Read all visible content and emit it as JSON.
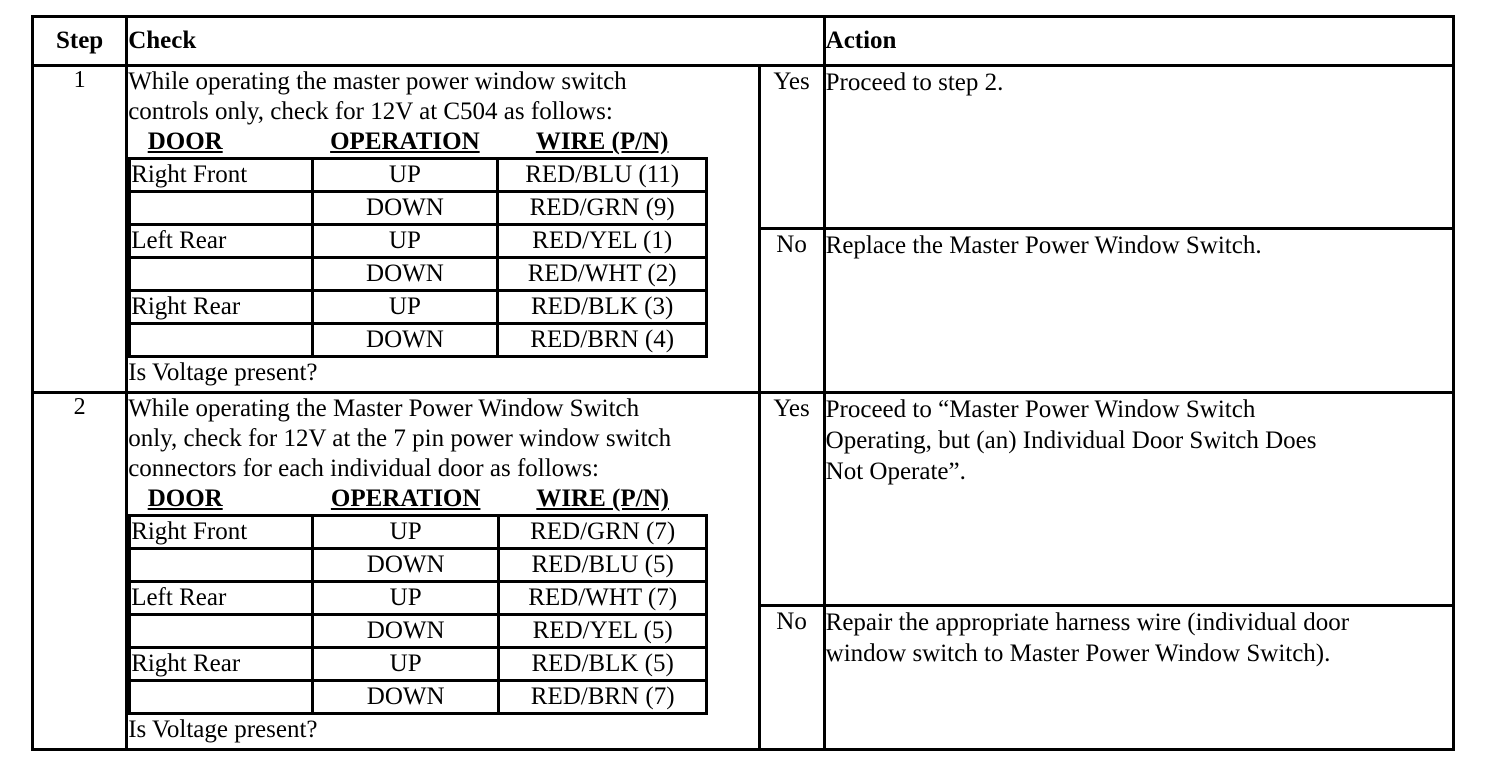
{
  "document": {
    "type": "diagnostic-troubleshooting-table",
    "headers": {
      "step": "Step",
      "check": "Check",
      "yes_no": "",
      "action": "Action"
    },
    "wire_table_headers": {
      "door": "DOOR",
      "operation": "OPERATION",
      "wire": "WIRE (P/N)"
    },
    "steps": [
      {
        "number": "1",
        "check_intro_line1": "While operating the master power window switch",
        "check_intro_line2": "controls only, check for 12V at C504 as follows:",
        "wire_rows": [
          {
            "door": "Right Front",
            "operation": "UP",
            "wire": "RED/BLU (11)"
          },
          {
            "door": "",
            "operation": "DOWN",
            "wire": "RED/GRN (9)"
          },
          {
            "door": "Left Rear",
            "operation": "UP",
            "wire": "RED/YEL (1)"
          },
          {
            "door": "",
            "operation": "DOWN",
            "wire": "RED/WHT (2)"
          },
          {
            "door": "Right Rear",
            "operation": "UP",
            "wire": "RED/BLK (3)"
          },
          {
            "door": "",
            "operation": "DOWN",
            "wire": "RED/BRN (4)"
          }
        ],
        "check_question": "Is Voltage present?",
        "actions": [
          {
            "label": "Yes",
            "text_line1": "Proceed to step 2.",
            "text_line2": "",
            "text_line3": ""
          },
          {
            "label": "No",
            "text_line1": "Replace the Master Power Window Switch.",
            "text_line2": "",
            "text_line3": ""
          }
        ]
      },
      {
        "number": "2",
        "check_intro_line1": "While operating the Master Power Window Switch",
        "check_intro_line2": "only, check for 12V at the 7 pin power window switch",
        "check_intro_line3": "connectors for each individual door as follows:",
        "wire_rows": [
          {
            "door": "Right Front",
            "operation": "UP",
            "wire": "RED/GRN (7)"
          },
          {
            "door": "",
            "operation": "DOWN",
            "wire": "RED/BLU (5)"
          },
          {
            "door": "Left Rear",
            "operation": "UP",
            "wire": "RED/WHT (7)"
          },
          {
            "door": "",
            "operation": "DOWN",
            "wire": "RED/YEL (5)"
          },
          {
            "door": "Right Rear",
            "operation": "UP",
            "wire": "RED/BLK (5)"
          },
          {
            "door": "",
            "operation": "DOWN",
            "wire": "RED/BRN (7)"
          }
        ],
        "check_question": "Is Voltage present?",
        "actions": [
          {
            "label": "Yes",
            "text_line1": "Proceed to “Master Power Window Switch",
            "text_line2": "Operating, but (an) Individual Door Switch Does",
            "text_line3": "Not Operate”."
          },
          {
            "label": "No",
            "text_line1": "Repair the appropriate harness wire (individual door",
            "text_line2": "window switch to Master Power Window Switch).",
            "text_line3": ""
          }
        ]
      }
    ]
  }
}
